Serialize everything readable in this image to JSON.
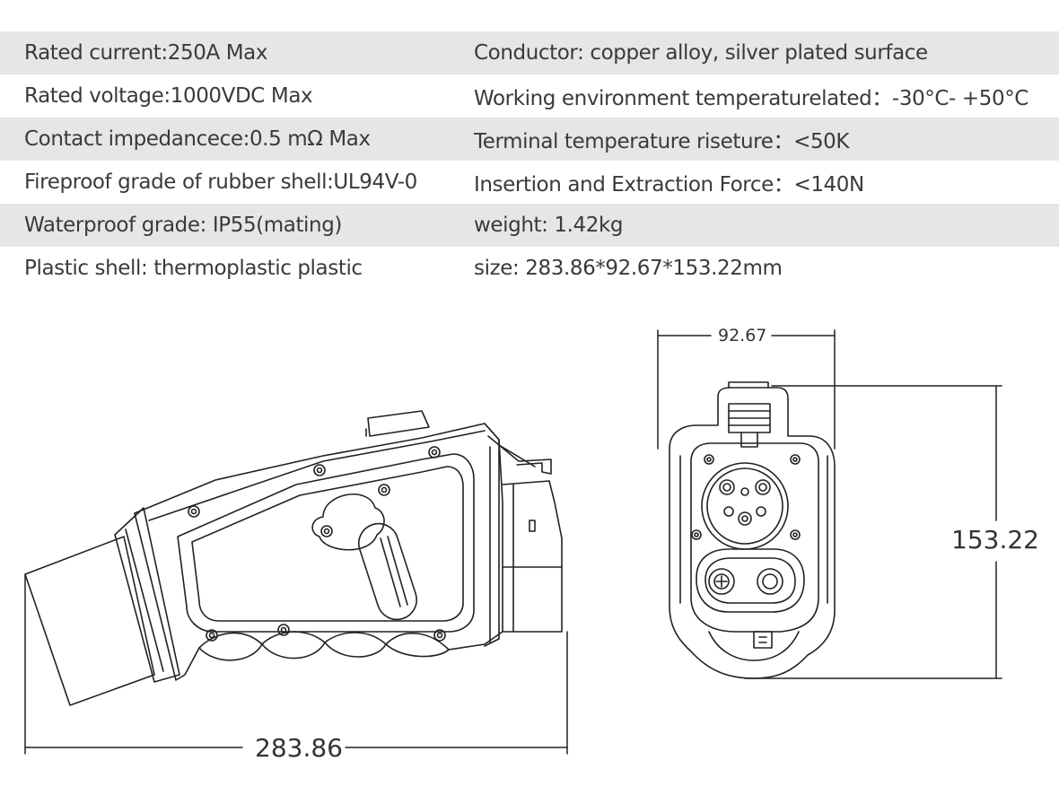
{
  "specs": [
    {
      "left": "Rated current:250A Max",
      "right": "Conductor: copper alloy, silver plated surface"
    },
    {
      "left": "Rated voltage:1000VDC Max",
      "right": "Working environment temperaturelated：-30°C- +50°C"
    },
    {
      "left": "Contact impedancece:0.5 mΩ Max",
      "right": "Terminal temperature riseture：<50K"
    },
    {
      "left": "Fireproof grade of rubber shell:UL94V-0",
      "right": "Insertion and Extraction Force：<140N"
    },
    {
      "left": "Waterproof grade: IP55(mating)",
      "right": "weight: 1.42kg"
    },
    {
      "left": "Plastic shell: thermoplastic plastic",
      "right": "size: 283.86*92.67*153.22mm"
    }
  ],
  "dimensions": {
    "length": "283.86",
    "width": "92.67",
    "height": "153.22"
  }
}
